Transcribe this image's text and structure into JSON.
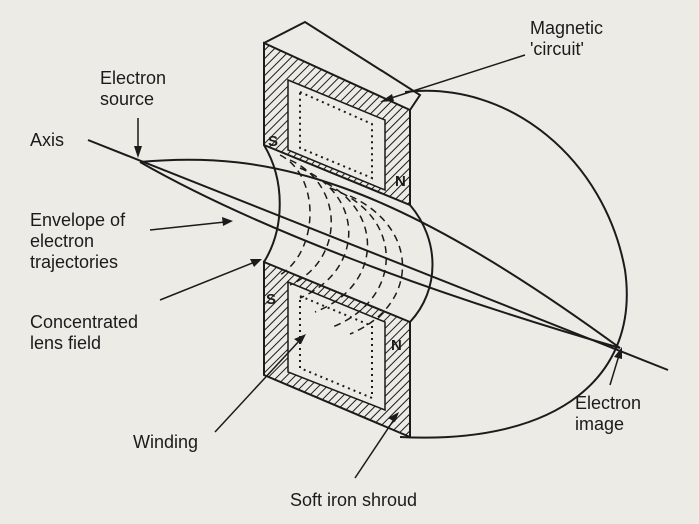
{
  "labels": {
    "magnetic_circuit": [
      "Magnetic",
      "'circuit'"
    ],
    "electron_source": [
      "Electron",
      "source"
    ],
    "axis": "Axis",
    "envelope": [
      "Envelope of",
      "electron",
      "trajectories"
    ],
    "lens_field": [
      "Concentrated",
      "lens field"
    ],
    "winding": "Winding",
    "soft_iron_shroud": "Soft iron shroud",
    "electron_image": [
      "Electron",
      "image"
    ]
  },
  "poles": {
    "upper_left": "S",
    "upper_right": "N",
    "lower_left": "S",
    "lower_right": "N"
  },
  "colors": {
    "ink": "#1b1b1b",
    "paper": "#ecebe6"
  }
}
